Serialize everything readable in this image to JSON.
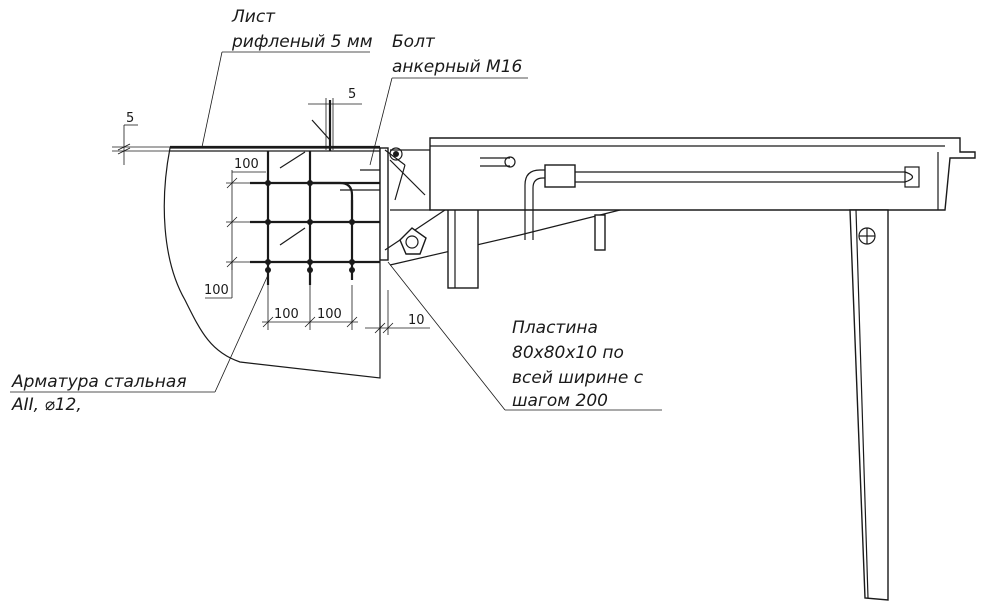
{
  "labels": {
    "sheet_line1": "Лист",
    "sheet_line2": "рифленый 5 мм",
    "bolt_line1": "Болт",
    "bolt_line2": "анкерный М16",
    "plate_line1": "Пластина",
    "plate_line2": "80х80х10 по",
    "plate_line3": "всей ширине с",
    "plate_line4": "шагом 200",
    "rebar_line1": "Арматура стальная",
    "rebar_line2": "AII, ⌀12,"
  },
  "dimensions": {
    "sheet_thickness": "5",
    "bolt_offset": "5",
    "top_spacing": "100",
    "left_spacing": "100",
    "bottom_spacing_1": "100",
    "bottom_spacing_2": "100",
    "plate_gap": "10"
  }
}
